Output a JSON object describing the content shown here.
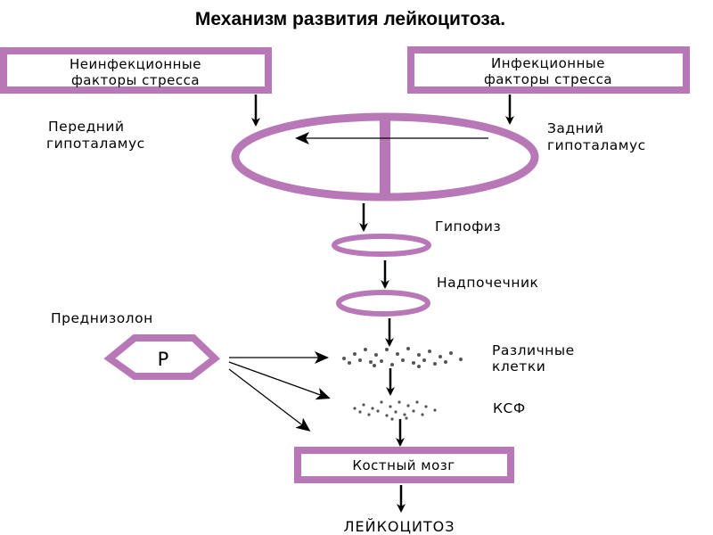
{
  "title": "Механизм развития лейкоцитоза.",
  "colors": {
    "accent": "#b878b8",
    "ink": "#000000",
    "dots": "#555555"
  },
  "boxes": {
    "noninfectious": {
      "line1": "Неинфекционные",
      "line2": "факторы  стресса"
    },
    "infectious": {
      "line1": "Инфекционные",
      "line2": "факторы стресса"
    },
    "bone_marrow": {
      "label": "Костный мозг"
    }
  },
  "labels": {
    "anterior_hypothalamus": {
      "line1": "Передний",
      "line2": "гипоталамус"
    },
    "posterior_hypothalamus": {
      "line1": "Задний",
      "line2": "гипоталамус"
    },
    "pituitary": "Гипофиз",
    "adrenal": "Надпочечник",
    "prednisolone": "Преднизолон",
    "prednisolone_symbol": "P",
    "various_cells": {
      "line1": "Различные",
      "line2": "клетки"
    },
    "csf": "КСФ",
    "result": "ЛЕЙКОЦИТОЗ"
  }
}
